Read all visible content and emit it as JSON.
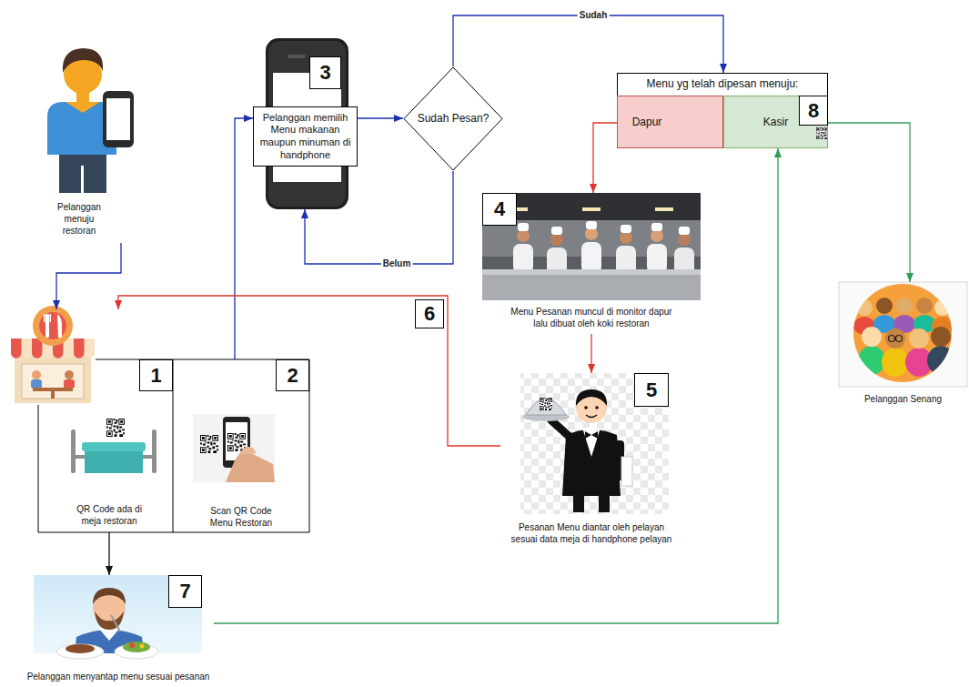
{
  "diagram": {
    "nodes": [
      {
        "text": [
          "Pelanggan menuju restoran"
        ]
      },
      {
        "text": [
          "1",
          "QR Code ada di meja restoran"
        ]
      },
      {
        "text": [
          "2",
          "Scan QR Code Menu Restoran"
        ]
      },
      {
        "text": [
          "3"
        ]
      },
      {
        "text": [
          "Pelanggan memilih Menu makanan maupun minuman di handphone"
        ],
        "in": 3
      },
      {
        "text": [
          "Sudah Pesan?"
        ]
      },
      {
        "text": [
          "Menu yg telah dipesan menuju:"
        ]
      },
      {
        "text": [
          "Dapur"
        ],
        "in": 6
      },
      {
        "text": [
          "Kasir",
          "8"
        ],
        "in": 6
      },
      {
        "text": [
          "4",
          "Menu Pesanan muncul di monitor dapur lalu dibuat oleh koki restoran"
        ]
      },
      {
        "text": [
          "5",
          "Pesanan Menu diantar oleh pelayan sesuai data meja di handphone pelayan"
        ]
      },
      {
        "text": [
          "7",
          "Pelanggan menyantap menu sesuai pesanan"
        ]
      },
      {
        "text": [
          "Pelanggan Senang"
        ]
      }
    ],
    "edges": [
      {
        "from": 0,
        "to": 1,
        "arrow": "to"
      },
      {
        "from": 2,
        "to": 4,
        "arrow": "to"
      },
      {
        "from": 4,
        "to": 5,
        "arrow": "to"
      },
      {
        "from": 5,
        "to": 6,
        "label": "Sudah",
        "arrow": "to"
      },
      {
        "from": 5,
        "to": 3,
        "label": "Belum",
        "arrow": "to"
      },
      {
        "from": 7,
        "to": 9,
        "arrow": "to"
      },
      {
        "from": 9,
        "to": 10,
        "arrow": "to"
      },
      {
        "from": 10,
        "to": 1,
        "label": "6",
        "arrow": "to"
      },
      {
        "from": 1,
        "to": 11,
        "arrow": "to"
      },
      {
        "from": 11,
        "to": 8,
        "arrow": "to"
      },
      {
        "from": 8,
        "to": 12,
        "arrow": "to"
      }
    ]
  }
}
